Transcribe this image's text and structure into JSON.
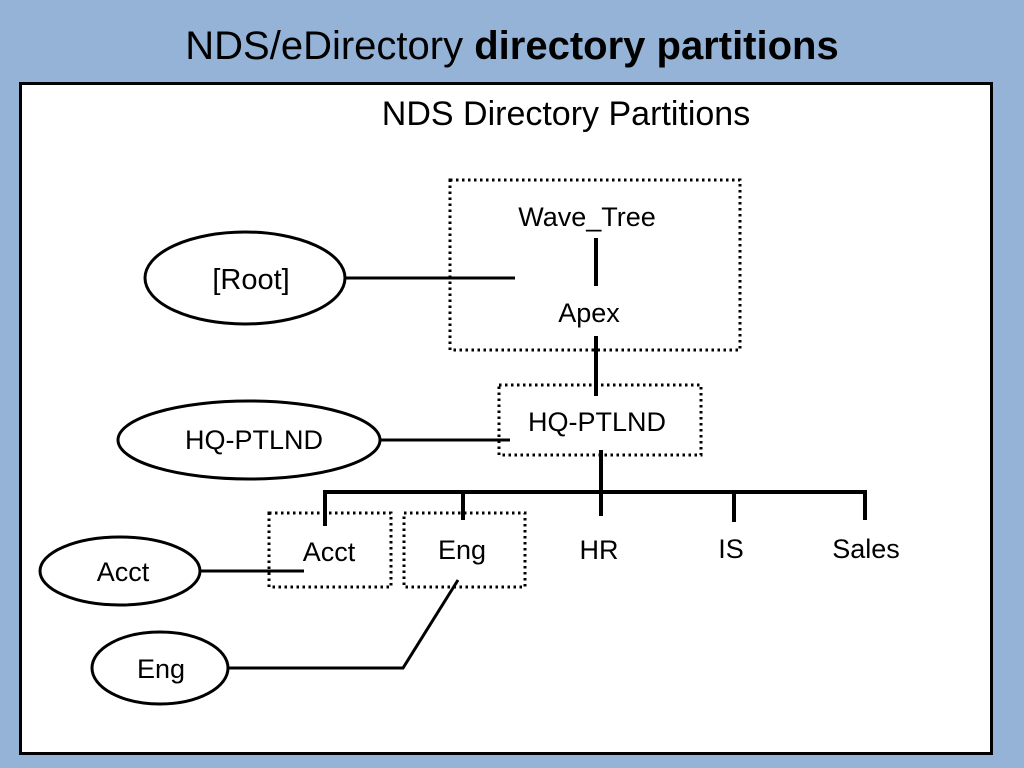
{
  "slide": {
    "title_regular": "NDS/eDirectory",
    "title_bold": "directory partitions"
  },
  "diagram": {
    "heading": "NDS Directory Partitions",
    "tree_nodes": {
      "wave_tree": "Wave_Tree",
      "apex": "Apex",
      "hq_ptlnd": "HQ-PTLND",
      "acct": "Acct",
      "eng": "Eng",
      "hr": "HR",
      "is": "IS",
      "sales": "Sales"
    },
    "partition_labels": {
      "root": "[Root]",
      "hq_ptlnd": "HQ-PTLND",
      "acct": "Acct",
      "eng": "Eng"
    }
  },
  "colors": {
    "background": "#95b3d7",
    "panel": "#ffffff",
    "ink": "#000000"
  }
}
